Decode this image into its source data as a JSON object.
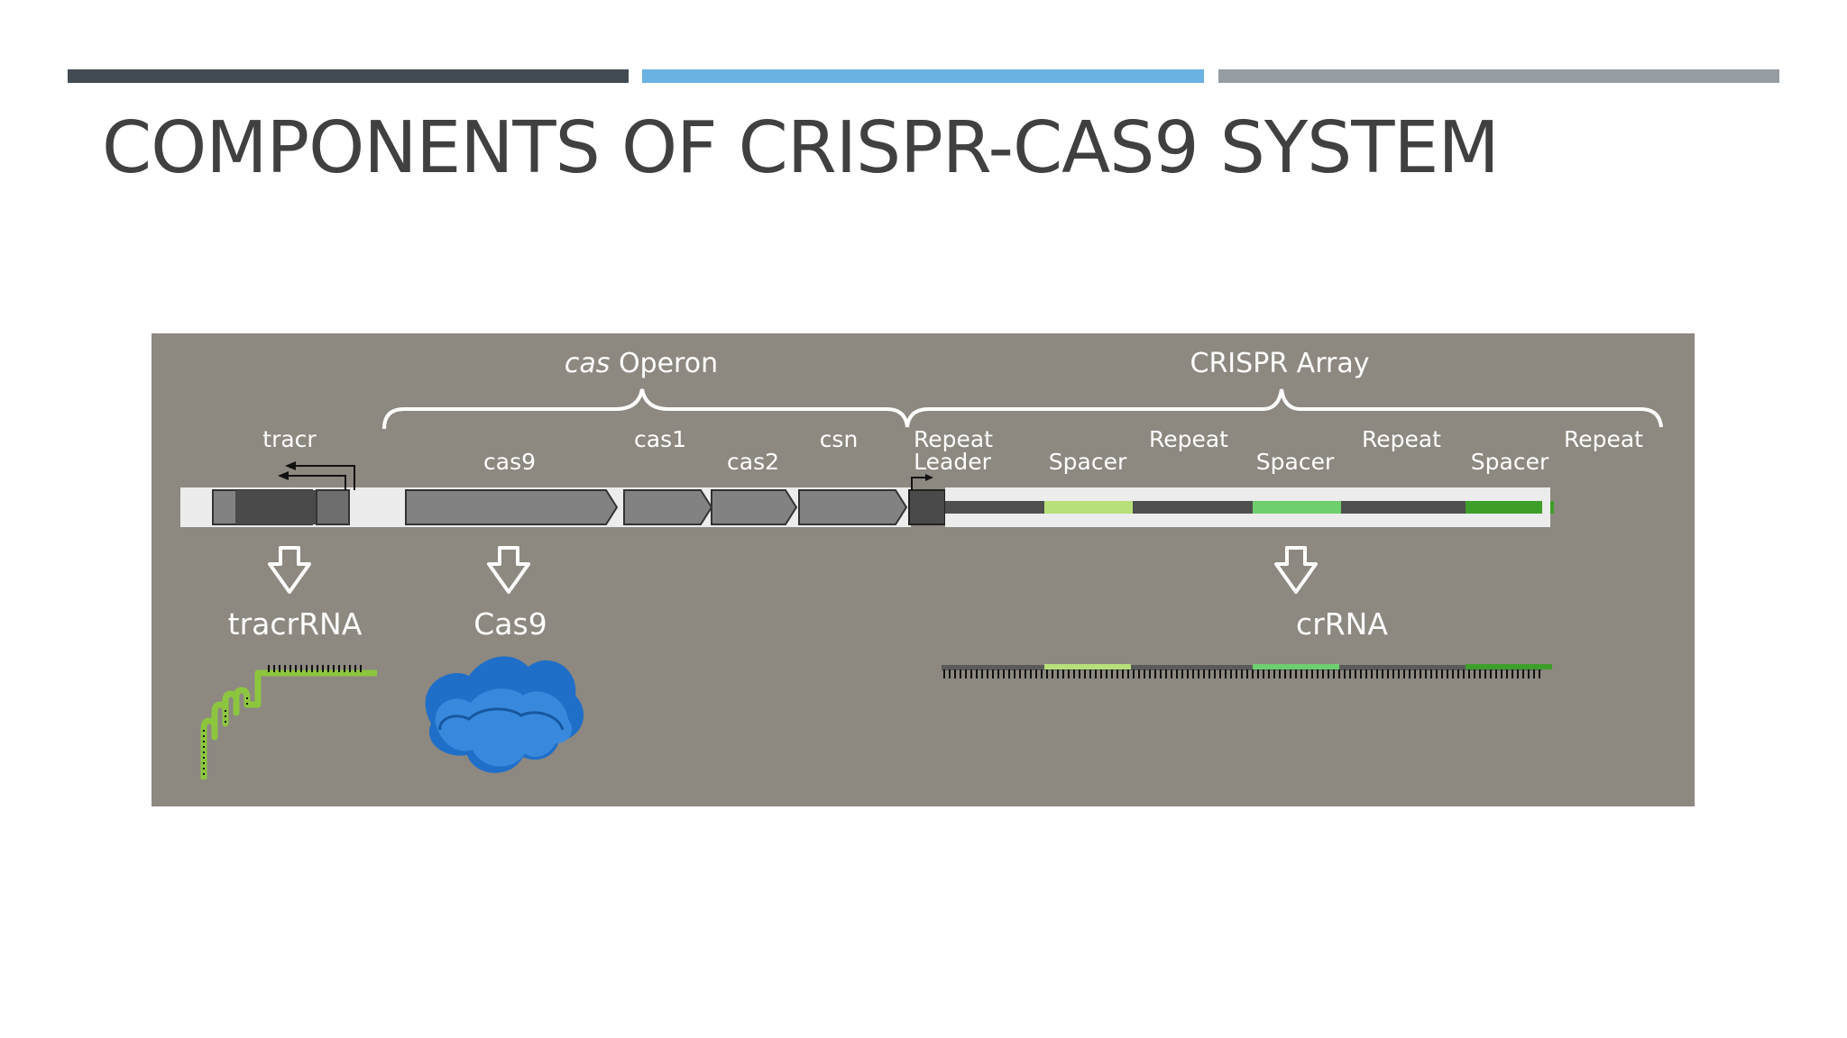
{
  "slide": {
    "title": "COMPONENTS OF CRISPR-CAS9 SYSTEM",
    "accent_colors": [
      "#424b52",
      "#6ab2e2",
      "#959da3"
    ]
  },
  "diagram": {
    "background": "#8d8880",
    "cas_operon_label_italic": "cas",
    "cas_operon_label_rest": " Operon",
    "crispr_array_label": "CRISPR Array",
    "gene_labels": {
      "tracr": "tracr",
      "cas9": "cas9",
      "cas1": "cas1",
      "cas2": "cas2",
      "csn": "csn",
      "leader": "Leader"
    },
    "array_labels": {
      "repeat_1": "Repeat",
      "repeat_2": "Repeat",
      "repeat_3": "Repeat",
      "repeat_4": "Repeat",
      "spacer_1": "Spacer",
      "spacer_2": "Spacer",
      "spacer_3": "Spacer"
    },
    "products": {
      "tracrrna": "tracrRNA",
      "cas9": "Cas9",
      "crrna": "crRNA"
    },
    "colors": {
      "gene_box": "#828282",
      "dark_box": "#4a4a4a",
      "spacer_1": "#b8e07a",
      "spacer_2": "#6ecf6e",
      "spacer_3": "#3e9e2a",
      "protein": "#1f6fc9",
      "tracr_rna": "#8cc63f"
    }
  }
}
